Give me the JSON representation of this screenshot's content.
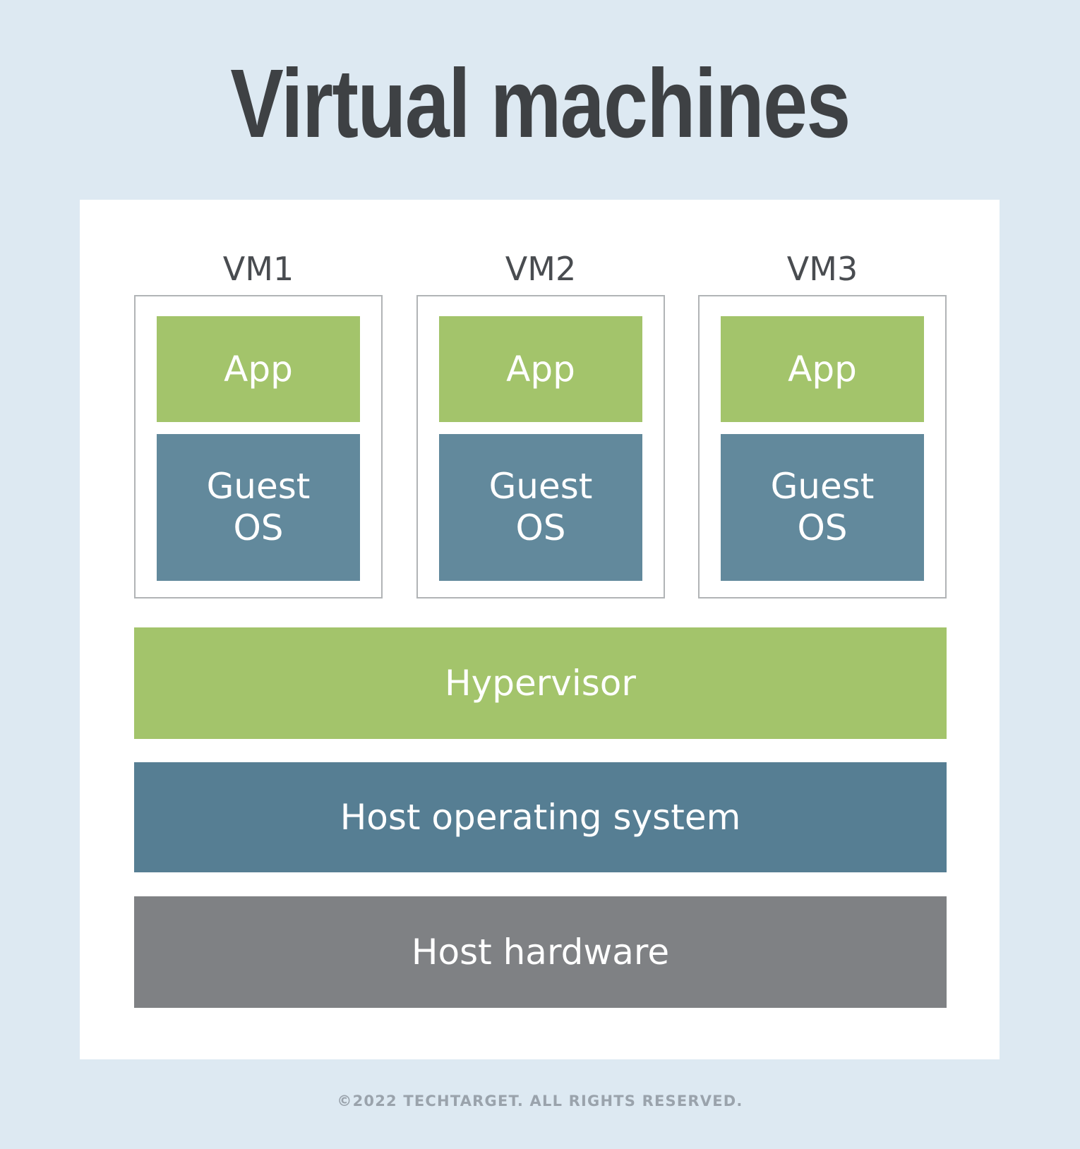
{
  "page": {
    "title": "Virtual machines",
    "footer": "©2022 TECHTARGET. ALL RIGHTS RESERVED."
  },
  "diagram": {
    "vms": [
      {
        "label": "VM1",
        "app": "App",
        "guest_os": "Guest\nOS"
      },
      {
        "label": "VM2",
        "app": "App",
        "guest_os": "Guest\nOS"
      },
      {
        "label": "VM3",
        "app": "App",
        "guest_os": "Guest\nOS"
      }
    ],
    "layers": [
      {
        "id": "hypervisor",
        "label": "Hypervisor",
        "color": "#a3c46b"
      },
      {
        "id": "host-os",
        "label": "Host operating system",
        "color": "#567e93"
      },
      {
        "id": "host-hardware",
        "label": "Host hardware",
        "color": "#7f8184"
      }
    ]
  },
  "colors": {
    "background": "#dde9f2",
    "card": "#ffffff",
    "app_green": "#a3c46b",
    "guest_os_blue": "#62899c",
    "hypervisor_green": "#a3c46b",
    "host_os_blue": "#567e93",
    "host_hardware_gray": "#7f8184",
    "title_text": "#3e4144",
    "vm_label_text": "#494c50",
    "box_border": "#b1b4b6",
    "footer_text": "#9aa3ac",
    "layer_text": "#ffffff"
  }
}
